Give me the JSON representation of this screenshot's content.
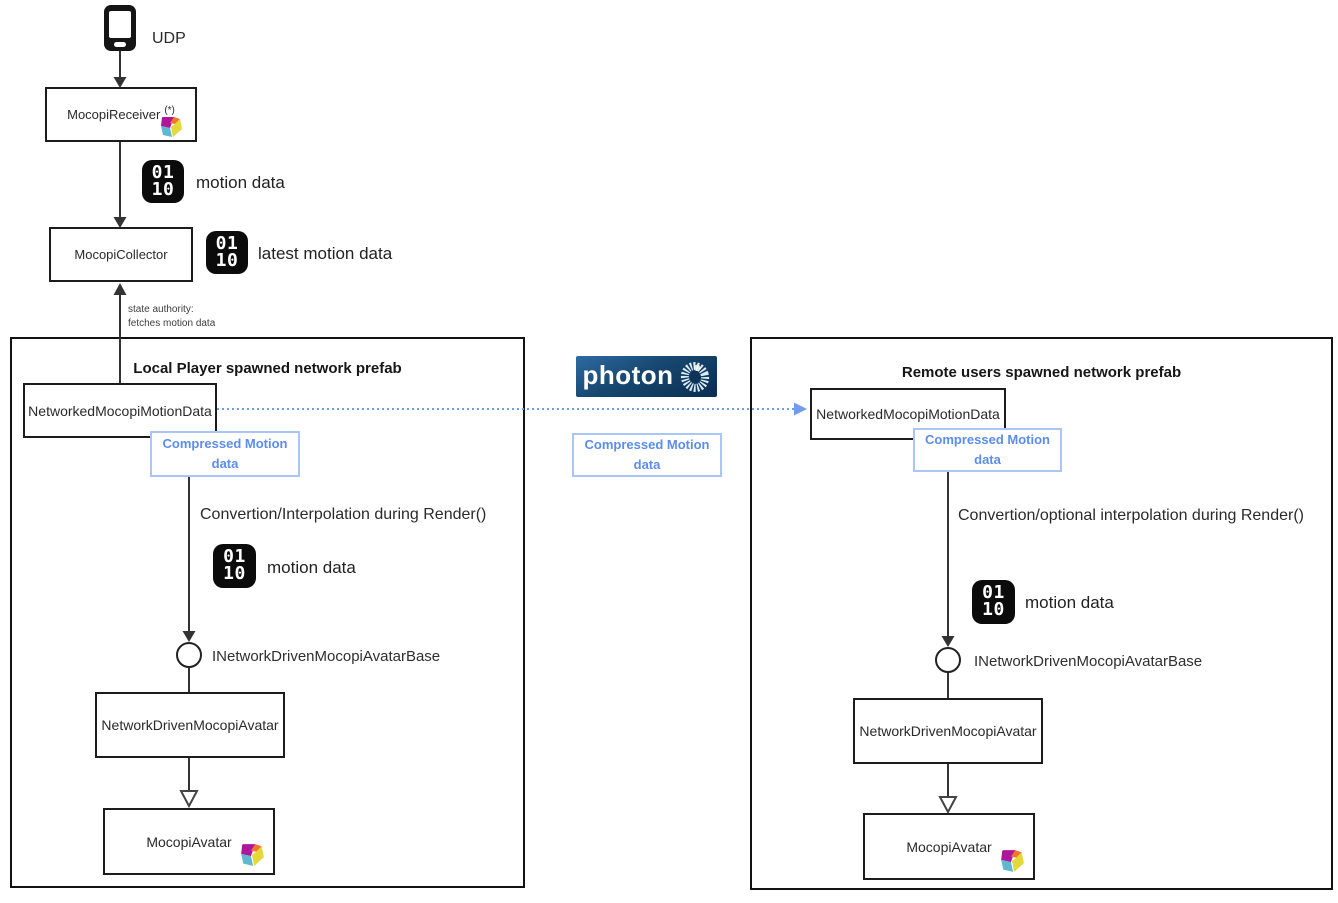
{
  "diagram": {
    "top": {
      "udp_label": "UDP",
      "receiver_label": "MocopiReceiver",
      "receiver_note": "(*)",
      "motion_data_label": "motion data",
      "collector_label": "MocopiCollector",
      "latest_motion_data_label": "latest motion data",
      "state_authority_note": "state authority:\nfetches motion data"
    },
    "binary_icon": {
      "line1": "01",
      "line2": "10"
    },
    "photon": {
      "wordmark": "photon"
    },
    "middle": {
      "compressed_label": "Compressed Motion data"
    },
    "local": {
      "title": "Local Player spawned network prefab",
      "networked_motion_data_label": "NetworkedMocopiMotionData",
      "compressed_label": "Compressed Motion data",
      "convertion_label": "Convertion/Interpolation during Render()",
      "motion_data_label": "motion data",
      "interface_label": "INetworkDrivenMocopiAvatarBase",
      "network_driven_avatar_label": "NetworkDrivenMocopiAvatar",
      "mocopi_avatar_label": "MocopiAvatar"
    },
    "remote": {
      "title": "Remote users spawned network prefab",
      "networked_motion_data_label": "NetworkedMocopiMotionData",
      "compressed_label": "Compressed Motion data",
      "convertion_label": "Convertion/optional interpolation during Render()",
      "motion_data_label": "motion data",
      "interface_label": "INetworkDrivenMocopiAvatarBase",
      "network_driven_avatar_label": "NetworkDrivenMocopiAvatar",
      "mocopi_avatar_label": "MocopiAvatar"
    },
    "colors": {
      "compressed_text_blue": "#5b8def",
      "compressed_border_blue": "#a9c6f6",
      "dotted_arrow_blue": "#6d9eeb",
      "photon_navy": "#123e68",
      "box_border_black": "#1c1c1c"
    }
  }
}
